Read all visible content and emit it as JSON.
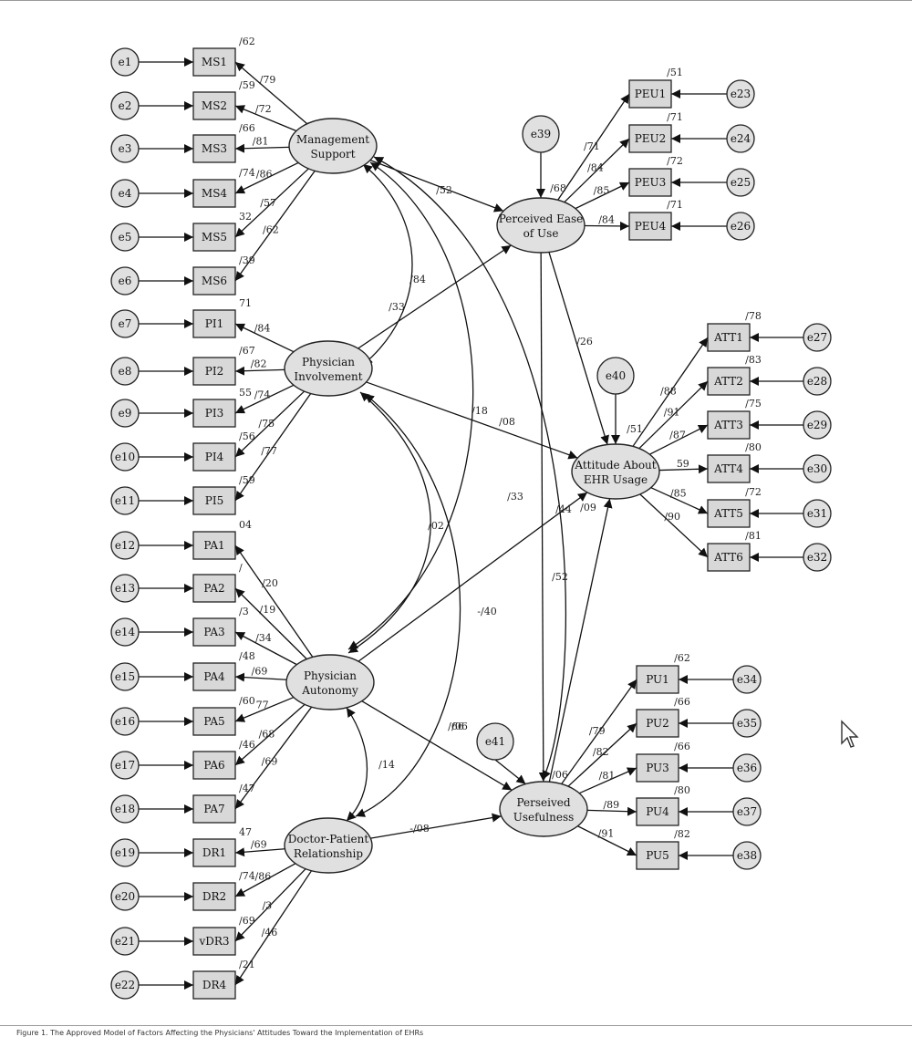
{
  "figure": {
    "caption": "Figure 1. The Approved Model of Factors Affecting the Physicians' Attitudes Toward the Implementation of EHRs",
    "latents": [
      {
        "id": "MS",
        "lines": [
          "Management",
          "Support"
        ]
      },
      {
        "id": "PI",
        "lines": [
          "Physician",
          "Involvement"
        ]
      },
      {
        "id": "PA",
        "lines": [
          "Physician",
          "Autonomy"
        ]
      },
      {
        "id": "DR",
        "lines": [
          "Doctor-Patient",
          "Relationship"
        ]
      },
      {
        "id": "PEU",
        "lines": [
          "Perceived Ease",
          "of Use"
        ]
      },
      {
        "id": "ATT",
        "lines": [
          "Attitude About",
          "EHR Usage"
        ]
      },
      {
        "id": "PU",
        "lines": [
          "Perseived",
          "Usefulness"
        ]
      }
    ],
    "error_terms": [
      "e1",
      "e2",
      "e3",
      "e4",
      "e5",
      "e6",
      "e7",
      "e8",
      "e9",
      "e10",
      "e11",
      "e12",
      "e13",
      "e14",
      "e15",
      "e16",
      "e17",
      "e18",
      "e19",
      "e20",
      "e21",
      "e22",
      "e23",
      "e24",
      "e25",
      "e26",
      "e27",
      "e28",
      "e29",
      "e30",
      "e31",
      "e32",
      "e34",
      "e35",
      "e36",
      "e37",
      "e38",
      "e39",
      "e40",
      "e41"
    ],
    "indicators": {
      "left": [
        "MS1",
        "MS2",
        "MS3",
        "MS4",
        "MS5",
        "MS6",
        "PI1",
        "PI2",
        "PI3",
        "PI4",
        "PI5",
        "PA1",
        "PA2",
        "PA3",
        "PA4",
        "PA5",
        "PA6",
        "PA7",
        "DR1",
        "DR2",
        "vDR3",
        "DR4"
      ],
      "peu": [
        "PEU1",
        "PEU2",
        "PEU3",
        "PEU4"
      ],
      "att": [
        "ATT1",
        "ATT2",
        "ATT3",
        "ATT4",
        "ATT5",
        "ATT6"
      ],
      "pu": [
        "PU1",
        "PU2",
        "PU3",
        "PU4",
        "PU5"
      ]
    },
    "coefficients": {
      "ms_loadings": [
        "/79",
        "/72",
        "/81",
        "/86",
        "/57",
        "/62"
      ],
      "ms_r2": [
        "/62",
        "/59",
        "/66",
        "/74",
        "32",
        "/39"
      ],
      "pi_loadings": [
        "/84",
        "/82",
        "/74",
        "/75",
        "/77"
      ],
      "pi_r2": [
        "71",
        "/67",
        "55",
        "/56",
        "/59"
      ],
      "pa_loadings": [
        "/20",
        "/19",
        "/34",
        "/69",
        "77",
        "/68",
        "/69"
      ],
      "pa_r2": [
        "04",
        "/",
        "/3",
        "/48",
        "/60",
        "/46",
        "/47"
      ],
      "dr_loadings": [
        "/69",
        "/86",
        "/3",
        "/46"
      ],
      "dr_r2": [
        "47",
        "/74",
        "/69",
        "/21"
      ],
      "peu_loadings": [
        "/71",
        "/84",
        "/85",
        "/84"
      ],
      "peu_r2": [
        "/51",
        "/71",
        "/72",
        "/71"
      ],
      "att_loadings": [
        "/88",
        "/91",
        "/87",
        "59",
        "/85",
        "/90"
      ],
      "att_r2": [
        "/78",
        "/83",
        "/75",
        "/80",
        "/72",
        "/81"
      ],
      "pu_loadings": [
        "/79",
        "/82",
        "/81",
        "/89",
        "/91"
      ],
      "pu_r2": [
        "/62",
        "/66",
        "/66",
        "/80",
        "/82"
      ],
      "paths": [
        "/52",
        "/33",
        "/84",
        "/26",
        "/18",
        "/08",
        "/33",
        "/44",
        "/09",
        "/02",
        "-/40",
        "/52",
        "/06",
        "-/08",
        "/66",
        "/14"
      ],
      "latent_r2": [
        "/68",
        "/51",
        "/06"
      ]
    }
  }
}
